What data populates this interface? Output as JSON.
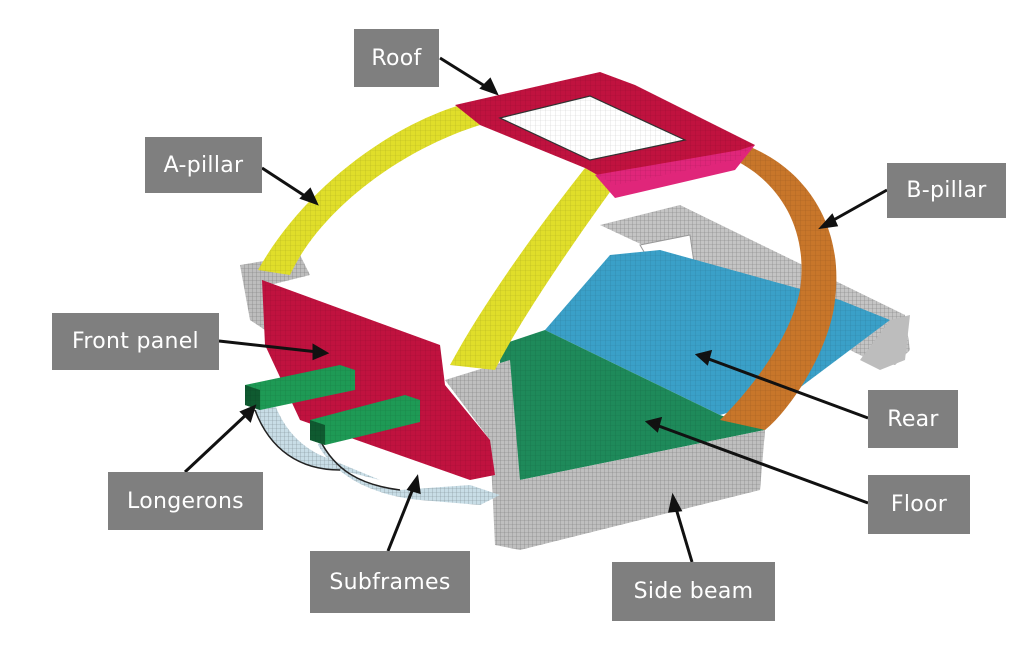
{
  "labels": {
    "roof": "Roof",
    "a_pillar": "A-pillar",
    "b_pillar": "B-pillar",
    "front_panel": "Front panel",
    "rear": "Rear",
    "longerons": "Longerons",
    "floor": "Floor",
    "subframes": "Subframes",
    "side_beam": "Side beam"
  },
  "colors": {
    "label_bg": "#7f7f7f",
    "label_text": "#ffffff",
    "roof": "#c0123f",
    "roof_rear": "#e0267a",
    "a_pillar": "#e0de2a",
    "b_pillar": "#c8762a",
    "front_panel": "#c0123f",
    "rear": "#3aa0c8",
    "floor": "#1e8a5a",
    "longerons": "#1e9a55",
    "subframes": "#c8dde6",
    "side_beam": "#bfbfbf"
  }
}
